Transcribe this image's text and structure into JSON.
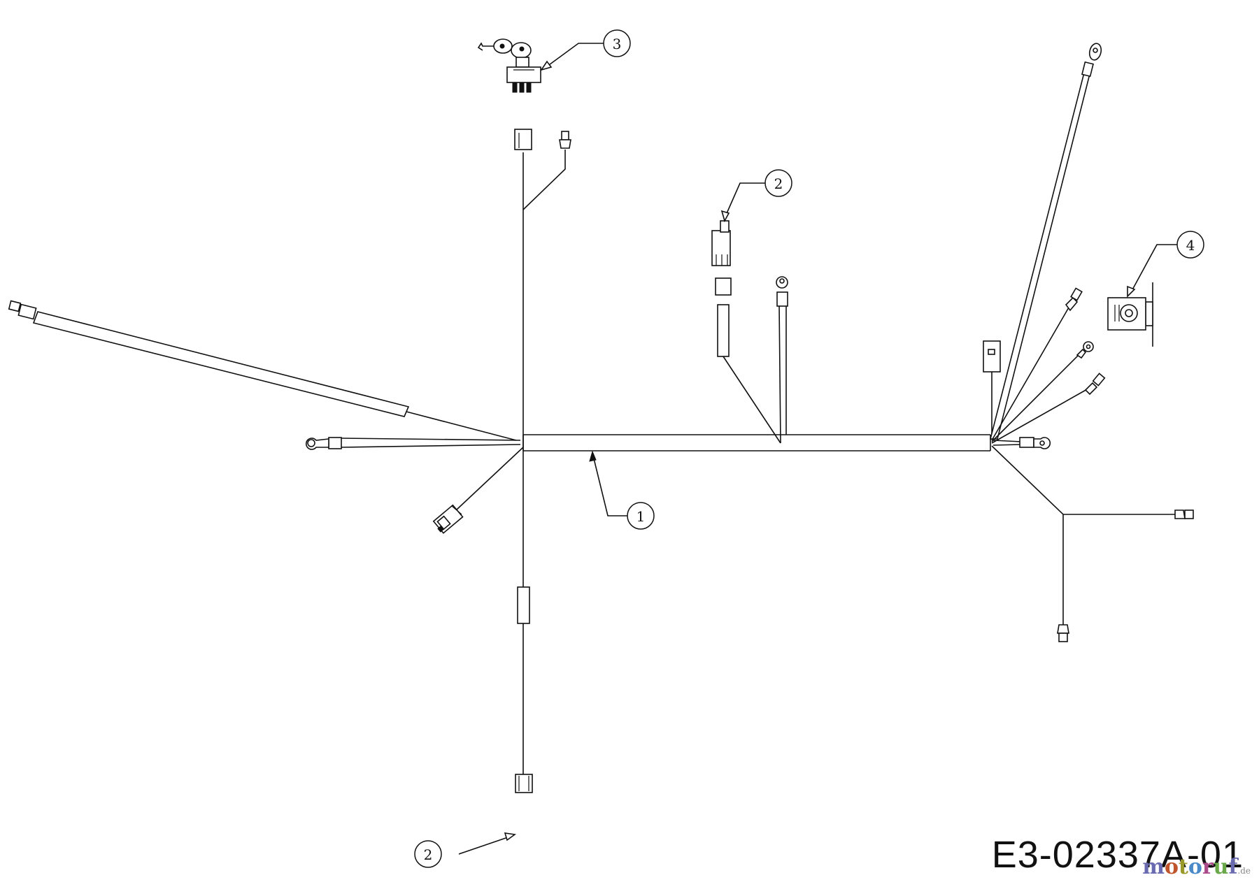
{
  "callouts": [
    {
      "id": "c1",
      "label": "1",
      "part": "wiring-harness"
    },
    {
      "id": "c2a",
      "label": "2",
      "part": "connector-upper"
    },
    {
      "id": "c2b",
      "label": "2",
      "part": "connector-lower"
    },
    {
      "id": "c3",
      "label": "3",
      "part": "ignition-switch"
    },
    {
      "id": "c4",
      "label": "4",
      "part": "switch-right"
    }
  ],
  "drawing_number": "E3-02337A-01",
  "watermark": {
    "letters": [
      "m",
      "o",
      "t",
      "o",
      "r",
      "u",
      "f"
    ],
    "suffix": ".de"
  }
}
